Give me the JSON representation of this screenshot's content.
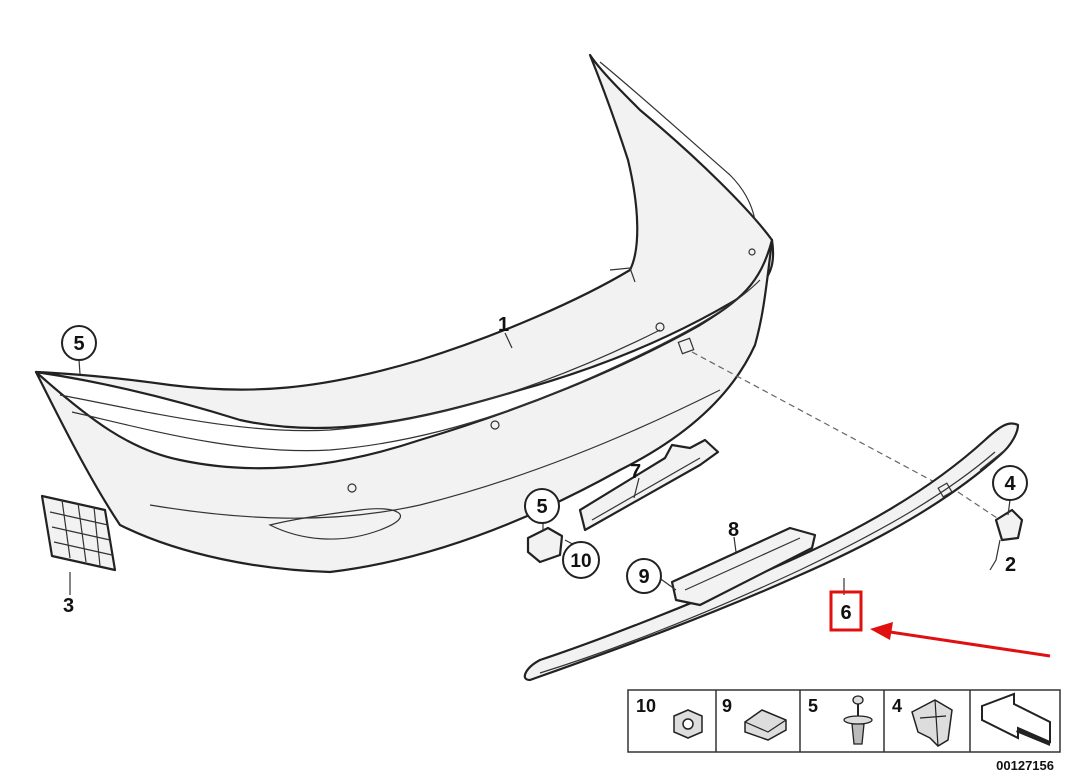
{
  "callouts": {
    "c1": "1",
    "c2": "2",
    "c3": "3",
    "c4": "4",
    "c5_left": "5",
    "c5_mid": "5",
    "c6": "6",
    "c7": "7",
    "c8": "8",
    "c9": "9",
    "c10": "10"
  },
  "legend": {
    "items": [
      {
        "number": "10",
        "icon": "hex-nut-icon"
      },
      {
        "number": "9",
        "icon": "pad-icon"
      },
      {
        "number": "5",
        "icon": "expanding-rivet-icon"
      },
      {
        "number": "4",
        "icon": "bracket-clip-icon"
      }
    ],
    "code": "00127156"
  },
  "highlight": {
    "box_color": "#e01010",
    "arrow_color": "#e01010"
  }
}
